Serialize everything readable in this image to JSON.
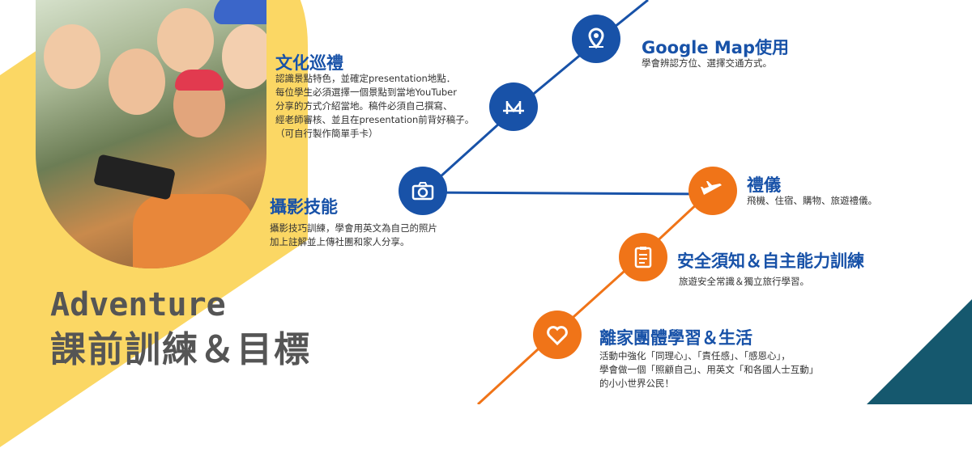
{
  "timeline": {
    "colors": {
      "blue": "#1852a8",
      "orange": "#f07418",
      "yellow": "#fbd764",
      "teal": "#15586e"
    }
  },
  "items": [
    {
      "id": "culture",
      "title": "文化巡禮",
      "icon": "bridge-icon",
      "desc": "認識景點特色，並確定presentation地點．\n每位學生必須選擇一個景點到當地YouTuber\n分享的方式介紹當地。稿件必須自己撰寫、\n經老師審核、並且在presentation前背好稿子。\n（可自行製作簡單手卡）"
    },
    {
      "id": "photo",
      "title": "攝影技能",
      "icon": "camera-icon",
      "desc": "攝影技巧訓練，學會用英文為自己的照片\n加上註解並上傳社團和家人分享。"
    },
    {
      "id": "map",
      "title": "Google Map使用",
      "icon": "map-pin-icon",
      "desc": "學會辨認方位、選擇交通方式。"
    },
    {
      "id": "etiquette",
      "title": "禮儀",
      "icon": "airplane-icon",
      "desc": "飛機、住宿、購物、旅遊禮儀。"
    },
    {
      "id": "safety",
      "title": "安全須知＆自主能力訓練",
      "icon": "clipboard-icon",
      "desc": "旅遊安全常識＆獨立旅行學習。"
    },
    {
      "id": "group",
      "title": "離家團體學習＆生活",
      "icon": "heart-icon",
      "desc": "活動中強化「同理心」、「責任感」、「感恩心」，\n學會做一個「照顧自己」、用英文「和各國人士互動」\n的小小世界公民！"
    }
  ],
  "heading": {
    "en": "Adventure",
    "zh": "課前訓練＆目標"
  }
}
